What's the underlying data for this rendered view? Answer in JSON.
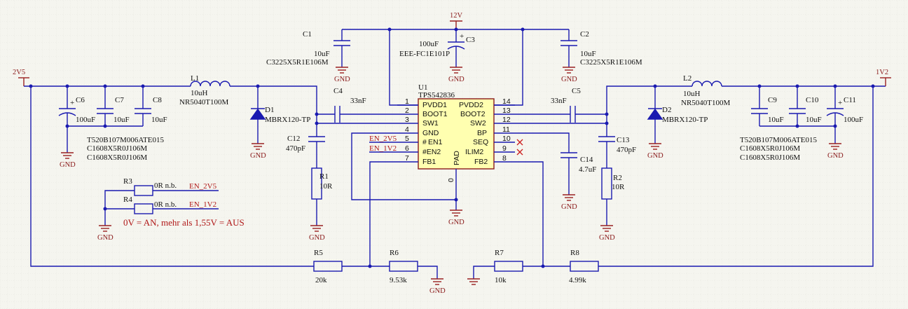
{
  "power": {
    "v12": "12V",
    "v2v5": "2V5",
    "v1v2": "1V2",
    "gnd": "GND"
  },
  "ic": {
    "ref": "U1",
    "part": "TPS542836",
    "pad": "PAD",
    "pad_pin": "0",
    "left_pins": [
      {
        "num": "1",
        "name": "PVDD1"
      },
      {
        "num": "2",
        "name": "BOOT1"
      },
      {
        "num": "3",
        "name": "SW1"
      },
      {
        "num": "4",
        "name": "GND"
      },
      {
        "num": "5",
        "name": "EN1"
      },
      {
        "num": "6",
        "name": "#EN2"
      },
      {
        "num": "7",
        "name": "FB1"
      }
    ],
    "right_pins": [
      {
        "num": "14",
        "name": "PVDD2"
      },
      {
        "num": "13",
        "name": "BOOT2"
      },
      {
        "num": "12",
        "name": "SW2"
      },
      {
        "num": "11",
        "name": "BP"
      },
      {
        "num": "10",
        "name": "SEQ"
      },
      {
        "num": "9",
        "name": "ILIM2"
      },
      {
        "num": "8",
        "name": "FB2"
      }
    ],
    "left_pin5_prefix": "#"
  },
  "components": {
    "C1": {
      "ref": "C1",
      "value": "10uF",
      "part": "C3225X5R1E106M"
    },
    "C2": {
      "ref": "C2",
      "value": "10uF",
      "part": "C3225X5R1E106M"
    },
    "C3": {
      "ref": "C3",
      "value": "100uF",
      "part": "EEE-FC1E101P"
    },
    "C4": {
      "ref": "C4",
      "value": "33nF"
    },
    "C5": {
      "ref": "C5",
      "value": "33nF"
    },
    "C6": {
      "ref": "C6",
      "value": "100uF"
    },
    "C7": {
      "ref": "C7",
      "value": "10uF"
    },
    "C8": {
      "ref": "C8",
      "value": "10uF"
    },
    "C9": {
      "ref": "C9",
      "value": "10uF"
    },
    "C10": {
      "ref": "C10",
      "value": "10uF"
    },
    "C11": {
      "ref": "C11",
      "value": "100uF"
    },
    "C12": {
      "ref": "C12",
      "value": "470pF"
    },
    "C13": {
      "ref": "C13",
      "value": "470pF"
    },
    "C14": {
      "ref": "C14",
      "value": "4.7uF"
    },
    "L1": {
      "ref": "L1",
      "value": "10uH",
      "part": "NR5040T100M"
    },
    "L2": {
      "ref": "L2",
      "value": "10uH",
      "part": "NR5040T100M"
    },
    "D1": {
      "ref": "D1",
      "part": "MBRX120-TP"
    },
    "D2": {
      "ref": "D2",
      "part": "MBRX120-TP"
    },
    "R1": {
      "ref": "R1",
      "value": "10R"
    },
    "R2": {
      "ref": "R2",
      "value": "10R"
    },
    "R3": {
      "ref": "R3",
      "value": "0R n.b."
    },
    "R4": {
      "ref": "R4",
      "value": "0R n.b."
    },
    "R5": {
      "ref": "R5",
      "value": "20k"
    },
    "R6": {
      "ref": "R6",
      "value": "9.53k"
    },
    "R7": {
      "ref": "R7",
      "value": "10k"
    },
    "R8": {
      "ref": "R8",
      "value": "4.99k"
    }
  },
  "part_notes_left": [
    "T520B107M006ATE015",
    "C1608X5R0J106M",
    "C1608X5R0J106M"
  ],
  "part_notes_right": [
    "T520B107M006ATE015",
    "C1608X5R0J106M",
    "C1608X5R0J106M"
  ],
  "nets": {
    "en_2v5": "EN_2V5",
    "en_1v2": "EN_1V2"
  },
  "note": "0V = AN, mehr als 1,55V = AUS",
  "colors": {
    "wire": "#1a1ab0",
    "power": "#9a2020",
    "note": "#b01818",
    "ic_fill": "#ffffb0",
    "grid": "#d8d8d0"
  }
}
